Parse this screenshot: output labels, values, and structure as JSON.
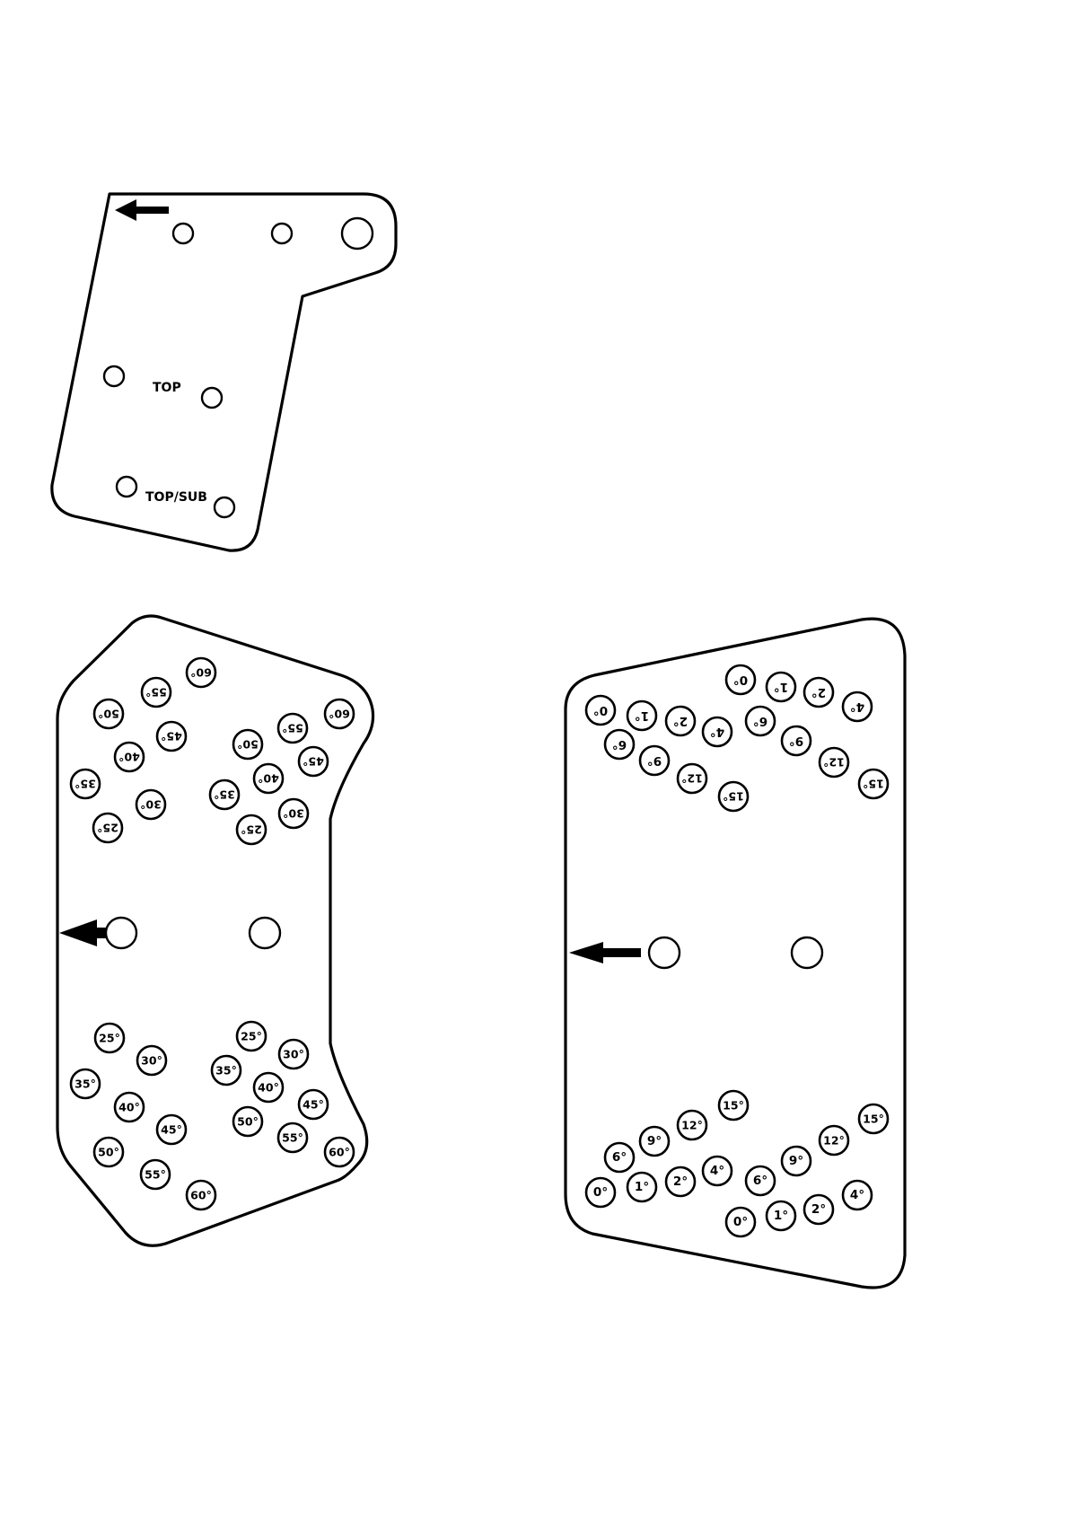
{
  "template": {
    "small_plate": {
      "labels": {
        "top": "TOP",
        "top_sub": "TOP/SUB"
      },
      "icons": [
        "direction-arrow-icon"
      ]
    },
    "left_plate": {
      "upper_marks": [
        "60°",
        "55°",
        "50°",
        "45°",
        "40°",
        "35°",
        "30°",
        "25°",
        "60°",
        "55°",
        "50°",
        "45°",
        "40°",
        "35°",
        "30°",
        "25°"
      ],
      "lower_marks": [
        "25°",
        "30°",
        "35°",
        "40°",
        "45°",
        "50°",
        "55°",
        "60°",
        "25°",
        "30°",
        "35°",
        "40°",
        "45°",
        "50°",
        "55°",
        "60°"
      ],
      "icons": [
        "direction-arrow-icon"
      ]
    },
    "right_plate": {
      "upper_marks": [
        "0°",
        "1°",
        "2°",
        "4°",
        "6°",
        "9°",
        "12°",
        "15°",
        "0°",
        "1°",
        "2°",
        "4°",
        "6°",
        "9°",
        "12°",
        "15°"
      ],
      "lower_marks": [
        "15°",
        "12°",
        "9°",
        "6°",
        "4°",
        "2°",
        "1°",
        "0°",
        "15°",
        "12°",
        "9°",
        "6°",
        "4°",
        "2°",
        "1°",
        "0°"
      ],
      "icons": [
        "direction-arrow-icon"
      ]
    }
  }
}
